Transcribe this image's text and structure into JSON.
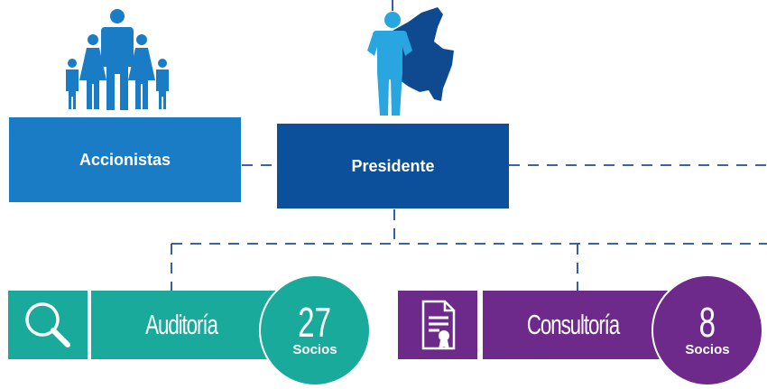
{
  "nodes": {
    "shareholders": {
      "label": "Accionistas",
      "color": "#1a7cc4"
    },
    "president": {
      "label": "Presidente",
      "color": "#0c4f9a"
    }
  },
  "units": {
    "audit": {
      "label": "Auditoría",
      "count": "27",
      "count_label": "Socios",
      "color": "#1aaa9b",
      "icon": "magnifier-icon"
    },
    "consulting": {
      "label": "Consultoría",
      "count": "8",
      "count_label": "Socios",
      "color": "#6e2a8a",
      "icon": "certificate-document-icon"
    }
  },
  "colors": {
    "dashed_line": "#1f4f99",
    "person_light": "#29a6e0",
    "map_dark": "#0f4a90",
    "family": "#1a7cc4"
  }
}
